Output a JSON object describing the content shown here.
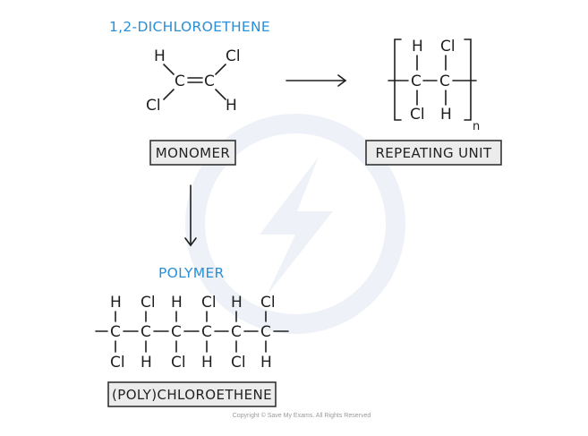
{
  "monomer": {
    "title": "1,2-DICHLOROETHENE",
    "atoms": {
      "h_top": "H",
      "cl_top": "Cl",
      "c_left": "C",
      "c_right": "C",
      "cl_bottom": "Cl",
      "h_bottom": "H"
    }
  },
  "repeat_unit": {
    "top": [
      "H",
      "Cl"
    ],
    "carbons": [
      "C",
      "C"
    ],
    "bottom": [
      "Cl",
      "H"
    ],
    "subscript": "n"
  },
  "labels": {
    "monomer": "MONOMER",
    "repeating_unit": "REPEATING UNIT",
    "polymer_heading": "POLYMER",
    "polymer_name": "(POLY)CHLOROETHENE"
  },
  "polymer": {
    "top": [
      "H",
      "Cl",
      "H",
      "Cl",
      "H",
      "Cl"
    ],
    "carbons": [
      "C",
      "C",
      "C",
      "C",
      "C",
      "C"
    ],
    "bottom": [
      "Cl",
      "H",
      "Cl",
      "H",
      "Cl",
      "H"
    ]
  },
  "copyright": "Copyright © Save My Exams. All Rights Reserved",
  "colors": {
    "heading": "#2a8fd6",
    "box_fill": "#ececec",
    "ink": "#1f1f1f"
  }
}
